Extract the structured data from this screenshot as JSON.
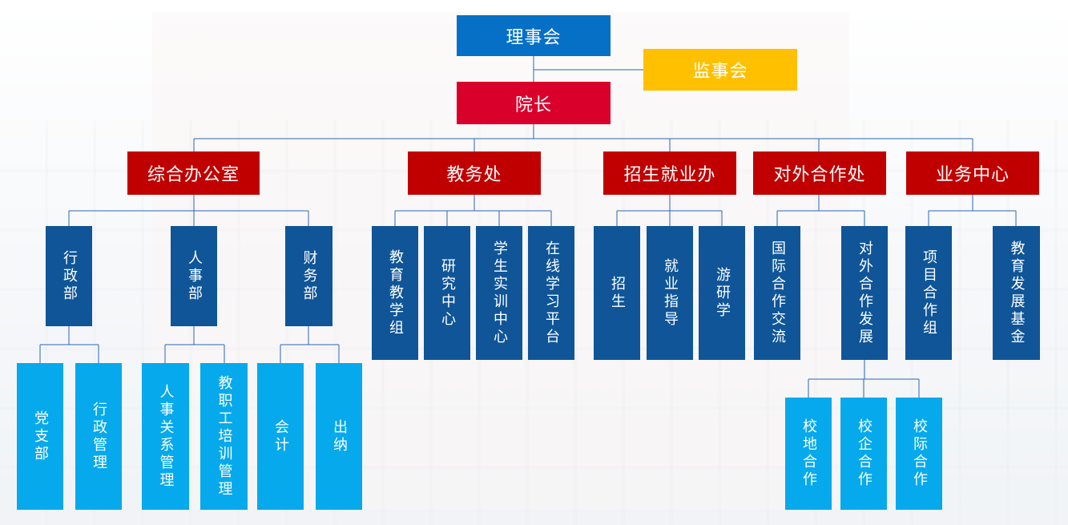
{
  "top": {
    "board": "理事会",
    "supervisors": "监事会",
    "president": "院长"
  },
  "departments": [
    {
      "name": "综合办公室",
      "units": [
        {
          "name": "行政部",
          "subs": [
            "党支部",
            "行政管理"
          ]
        },
        {
          "name": "人事部",
          "subs": [
            "人事关系管理",
            "教职工培训管理"
          ]
        },
        {
          "name": "财务部",
          "subs": [
            "会计",
            "出纳"
          ]
        }
      ]
    },
    {
      "name": "教务处",
      "units": [
        {
          "name": "教育教学组"
        },
        {
          "name": "研究中心"
        },
        {
          "name": "学生实训中心"
        },
        {
          "name": "在线学习平台"
        }
      ]
    },
    {
      "name": "招生就业办",
      "units": [
        {
          "name": "招生"
        },
        {
          "name": "就业指导"
        },
        {
          "name": "游研学"
        }
      ]
    },
    {
      "name": "对外合作处",
      "units": [
        {
          "name": "国际合作交流"
        },
        {
          "name": "对外合作发展",
          "subs": [
            "校地合作",
            "校企合作",
            "校际合作"
          ]
        }
      ]
    },
    {
      "name": "业务中心",
      "units": [
        {
          "name": "项目合作组"
        },
        {
          "name": "教育发展基金"
        }
      ]
    }
  ],
  "colors": {
    "board": "#0570c6",
    "supervisors": "#ffc000",
    "president": "#d9002c",
    "department": "#c00000",
    "unit": "#0f5598",
    "subunit": "#05a9ec",
    "connector": "#2a66b5"
  }
}
